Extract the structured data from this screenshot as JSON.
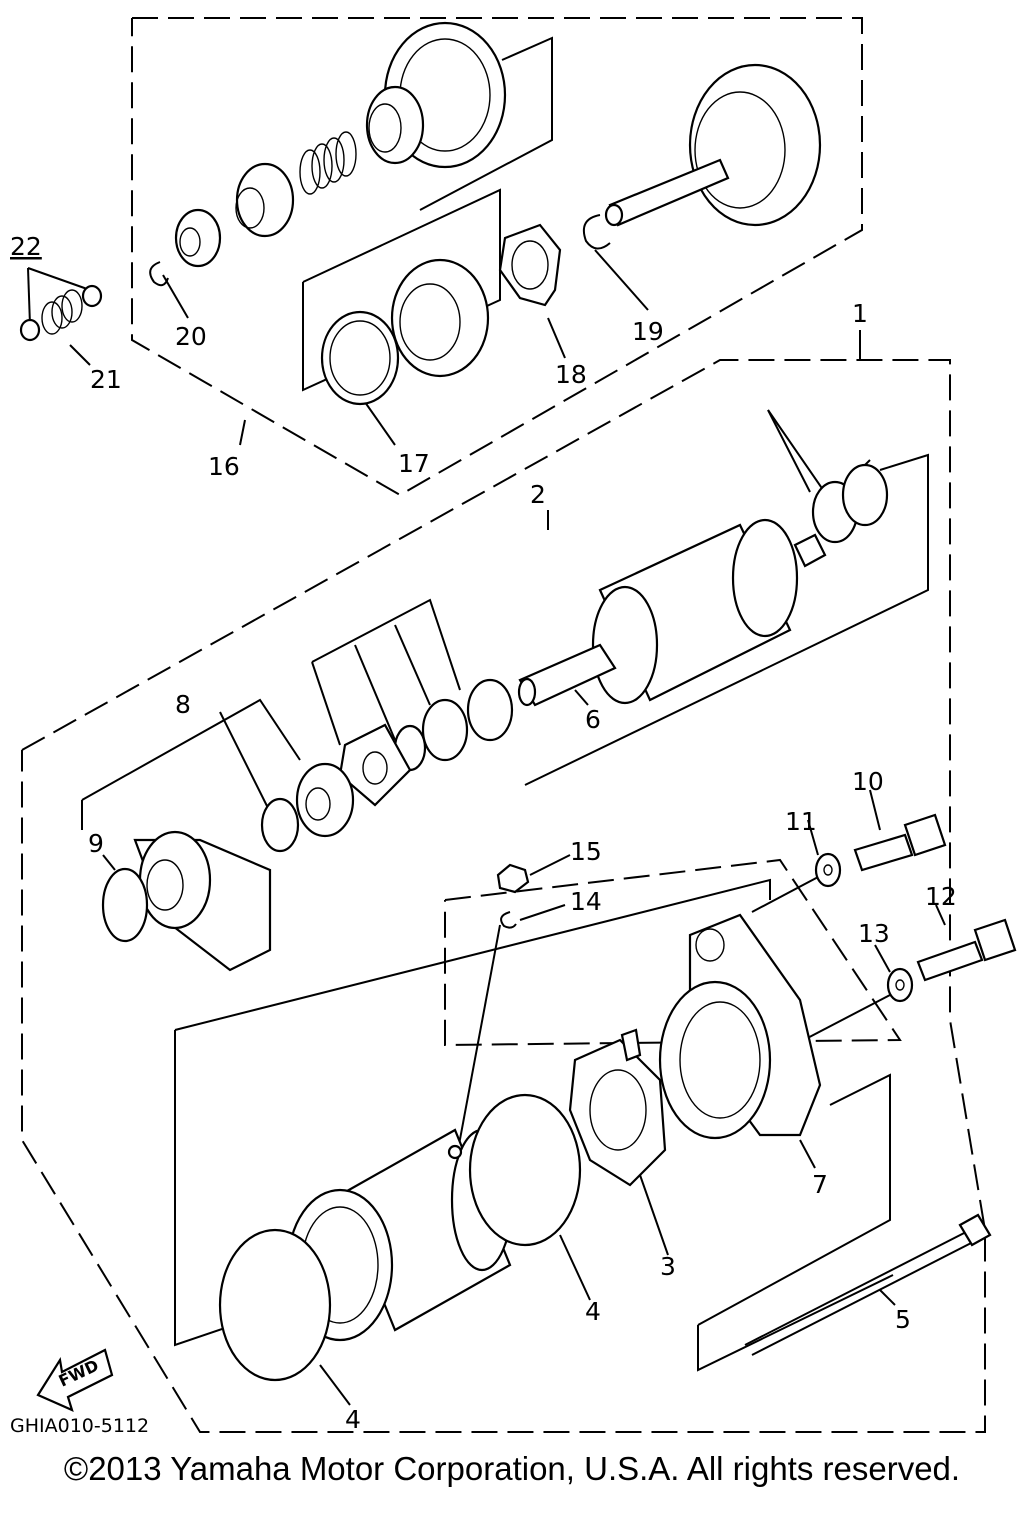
{
  "callouts": [
    "1",
    "2",
    "3",
    "4",
    "4",
    "5",
    "6",
    "7",
    "8",
    "9",
    "10",
    "11",
    "12",
    "13",
    "14",
    "15",
    "16",
    "17",
    "18",
    "19",
    "20",
    "21",
    "22"
  ],
  "fwd_label": "FWD",
  "figure_code": "GHIA010-5112",
  "copyright": "©2013 Yamaha Motor Corporation, U.S.A. All rights reserved."
}
